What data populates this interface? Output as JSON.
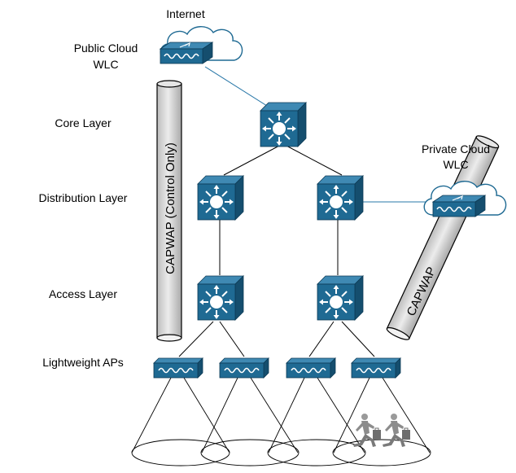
{
  "labels": {
    "internet": "Internet",
    "public_cloud_1": "Public Cloud",
    "public_cloud_2": "WLC",
    "private_cloud_1": "Private Cloud",
    "private_cloud_2": "WLC",
    "core": "Core Layer",
    "distribution": "Distribution Layer",
    "access": "Access Layer",
    "aps": "Lightweight APs"
  },
  "tunnels": {
    "control": "CAPWAP (Control Only)",
    "data": "CAPWAP"
  },
  "colors": {
    "device_front": "#1f6a93",
    "device_top": "#3f89b3",
    "device_side": "#154e6e",
    "link": "#000000",
    "wan_link": "#2a78a8",
    "tube_fill": "#d9d9d9"
  },
  "icons": [
    "cloud-icon",
    "wlc-icon",
    "multilayer-switch-icon",
    "access-point-icon",
    "user-icon"
  ]
}
